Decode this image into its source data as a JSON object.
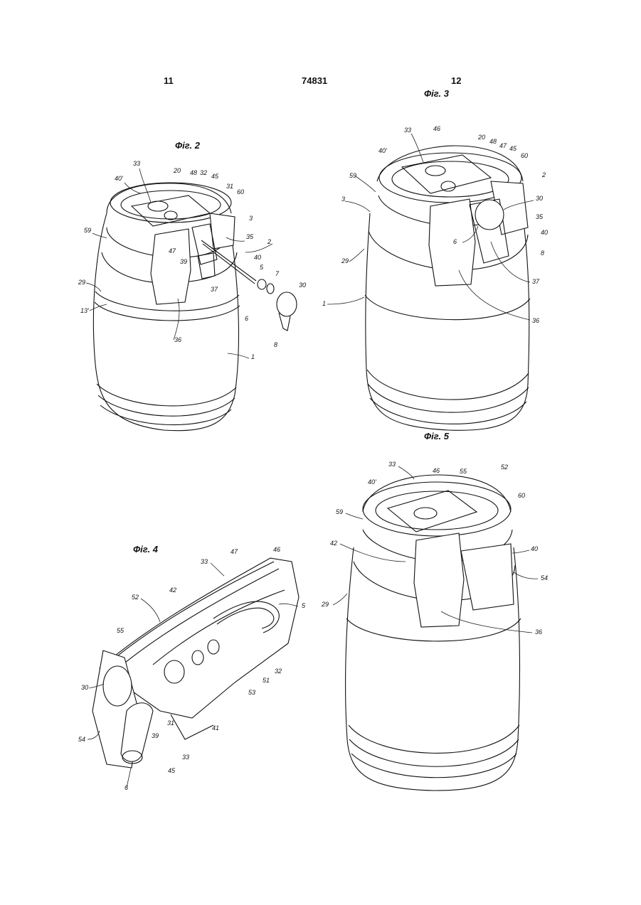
{
  "header": {
    "page_left": "11",
    "doc_number": "74831",
    "page_right": "12"
  },
  "figures": {
    "fig2": {
      "label": "Фіг. 2",
      "refs": [
        "33",
        "40'",
        "20",
        "48",
        "32",
        "45",
        "31",
        "60",
        "3",
        "35",
        "2",
        "59",
        "47",
        "40",
        "39",
        "5",
        "7",
        "30",
        "29",
        "37",
        "13'",
        "36",
        "6",
        "8",
        "1"
      ]
    },
    "fig3": {
      "label": "Фіг. 3",
      "refs": [
        "33",
        "46",
        "20",
        "48",
        "47",
        "45",
        "60",
        "40'",
        "2",
        "59",
        "30",
        "3",
        "35",
        "40",
        "6",
        "8",
        "29",
        "37",
        "1",
        "36"
      ]
    },
    "fig4": {
      "label": "Фіг. 4",
      "refs": [
        "33",
        "47",
        "46",
        "42",
        "52",
        "5",
        "55",
        "32",
        "51",
        "53",
        "30",
        "31",
        "41",
        "39",
        "54",
        "33",
        "45",
        "6"
      ]
    },
    "fig5": {
      "label": "Фіг. 5",
      "refs": [
        "33",
        "46",
        "55",
        "52",
        "40'",
        "60",
        "59",
        "42",
        "40",
        "54",
        "29",
        "36"
      ]
    }
  }
}
